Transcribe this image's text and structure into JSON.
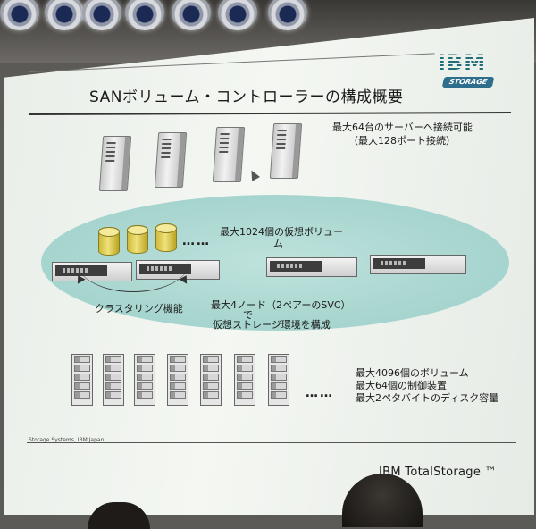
{
  "slide": {
    "title": "SANボリューム・コントローラーの構成概要",
    "logo": {
      "brand": "IBM",
      "sub": "STORAGE",
      "accent": "#1f6d78"
    },
    "servers_note": [
      "最大64台のサーバーへ接続可能",
      "（最大128ポート接続）"
    ],
    "volumes_note": [
      "最大1024個の仮想ボリュー",
      "ム"
    ],
    "clustering_label": "クラスタリング機能",
    "nodes_note": [
      "最大4ノード（2ペアーのSVC）",
      "で",
      "仮想ストレージ環境を構成"
    ],
    "storage_note": [
      "最大4096個のボリューム",
      "最大64個の制御装置",
      "最大2ペタバイトのディスク容量"
    ],
    "ellipsis": "……",
    "footer_small": "Storage Systems, IBM Japan",
    "footer_brand": "IBM TotalStorage ™",
    "ellipse_color": "#a9d6d0",
    "disk_color": "#f0e27a"
  }
}
